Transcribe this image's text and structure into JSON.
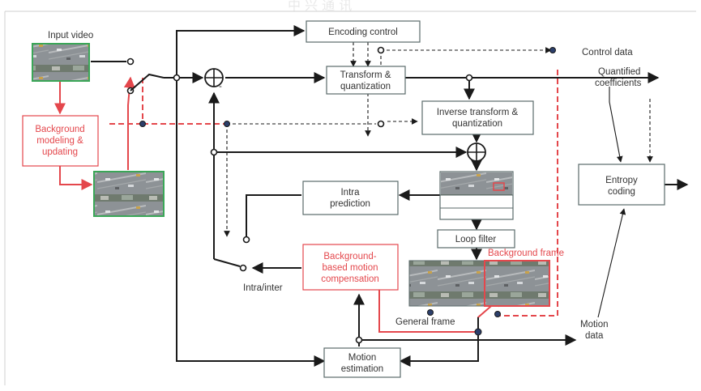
{
  "header": {
    "watermark": "中 兴 通 讯"
  },
  "blocks": {
    "encoding_control": "Encoding control",
    "transform_1": "Transform &",
    "transform_2": "quantization",
    "inverse_1": "Inverse transform &",
    "inverse_2": "quantization",
    "entropy_1": "Entropy",
    "entropy_2": "coding",
    "intra_1": "Intra",
    "intra_2": "prediction",
    "loop_filter": "Loop filter",
    "motion_est_1": "Motion",
    "motion_est_2": "estimation",
    "bg_model_1": "Background",
    "bg_model_2": "modeling &",
    "bg_model_3": "updating",
    "bg_mc_1": "Background-",
    "bg_mc_2": "based motion",
    "bg_mc_3": "compensation"
  },
  "labels": {
    "input_video": "Input video",
    "control_data": "Control data",
    "quantified_1": "Quantified",
    "quantified_2": "coefficients",
    "background_frame": "Background frame",
    "general_frame": "General frame",
    "intra_inter": "Intra/inter",
    "motion_data_1": "Motion",
    "motion_data_2": "data",
    "minus": "-"
  },
  "colors": {
    "accent_red": "#e4474c",
    "line": "#1a1a1a",
    "box_border": "#5a6a6a",
    "thumb_border": "#3aa657",
    "node_fill": "#2c3f6b"
  }
}
